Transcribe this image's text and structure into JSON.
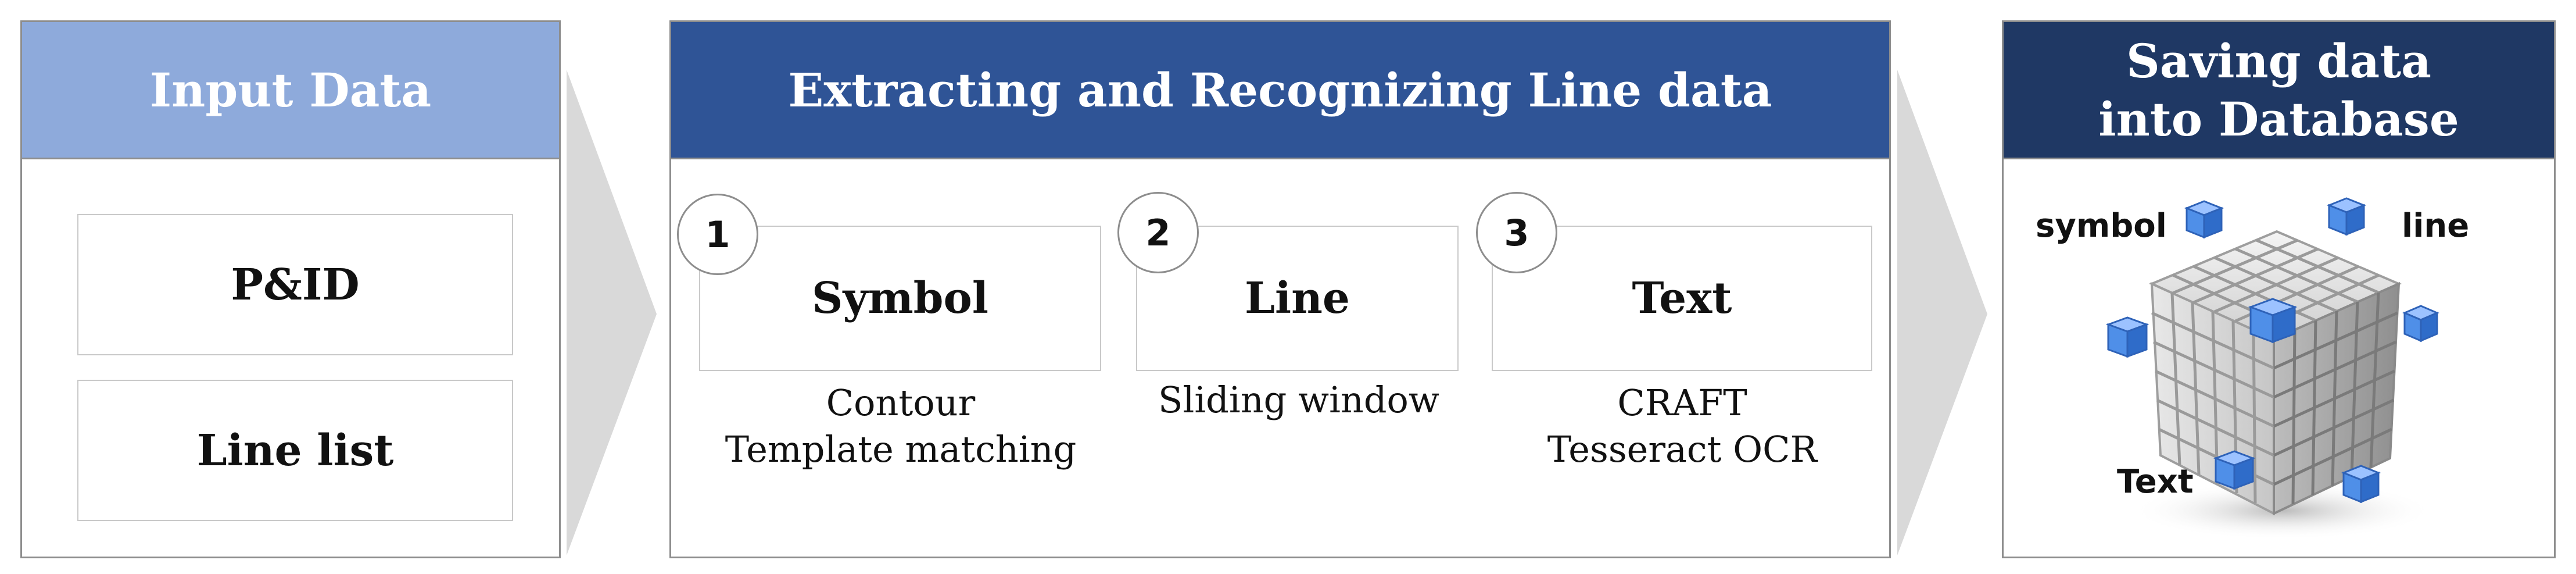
{
  "colors": {
    "input_header": "#8eaadb",
    "extract_header": "#2f5496",
    "save_header": "#1f3864",
    "arrow": "#d9d9d9",
    "cube_gray": "#d4d4d4",
    "cube_blue": "#4f8fe8"
  },
  "input": {
    "title": "Input Data",
    "items": [
      "P&ID",
      "Line list"
    ]
  },
  "extract": {
    "title": "Extracting and Recognizing Line data",
    "steps": [
      {
        "number": "1",
        "label": "Symbol",
        "desc1": "Contour",
        "desc2": "Template matching"
      },
      {
        "number": "2",
        "label": "Line",
        "desc1": "Sliding window",
        "desc2": ""
      },
      {
        "number": "3",
        "label": "Text",
        "desc1": "CRAFT",
        "desc2": "Tesseract OCR"
      }
    ]
  },
  "save": {
    "title_line1": "Saving data",
    "title_line2": "into Database",
    "cube_labels": {
      "symbol": "symbol",
      "line": "line",
      "text": "Text"
    },
    "icon": "database-cube-icon"
  }
}
